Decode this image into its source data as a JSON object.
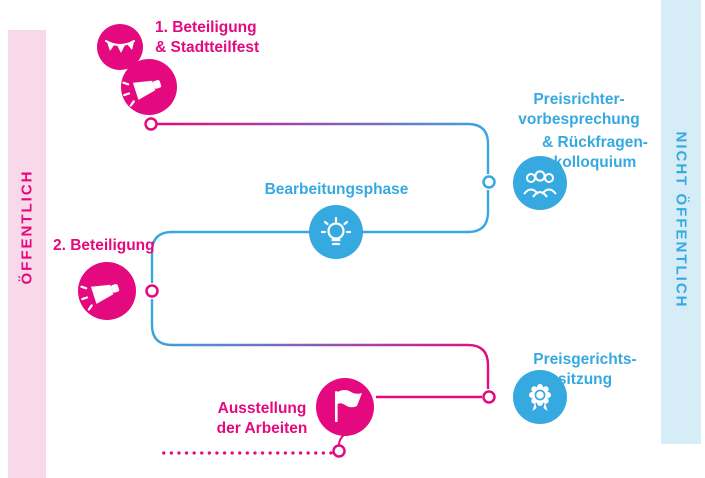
{
  "colors": {
    "pink": "#e5097f",
    "blue": "#36a9e1",
    "pink_band_bg": "#f8d9e9",
    "blue_band_bg": "#d6edf8"
  },
  "bands": {
    "left_label": "ÖFFENTLICH",
    "right_label": "NICHT ÖFFENTLICH"
  },
  "steps": {
    "beteiligung1": {
      "line1": "1. Beteiligung",
      "line2": "& Stadtteilfest",
      "icons": [
        "banner-icon",
        "megaphone-icon"
      ]
    },
    "preisrichter": {
      "line1": "Preisrichter-",
      "line2": "vorbesprechung",
      "line3": "& Rückfragen-",
      "line4": "kolloquium",
      "icon": "people-icon"
    },
    "bearbeitungsphase": {
      "label": "Bearbeitungsphase",
      "icon": "lightbulb-icon"
    },
    "beteiligung2": {
      "label": "2. Beteiligung",
      "icon": "megaphone-icon"
    },
    "preisgericht": {
      "line1": "Preisgerichts-",
      "line2": "sitzung",
      "icon": "medal-icon"
    },
    "ausstellung": {
      "line1": "Ausstellung",
      "line2": "der Arbeiten",
      "icon": "flag-icon"
    }
  }
}
